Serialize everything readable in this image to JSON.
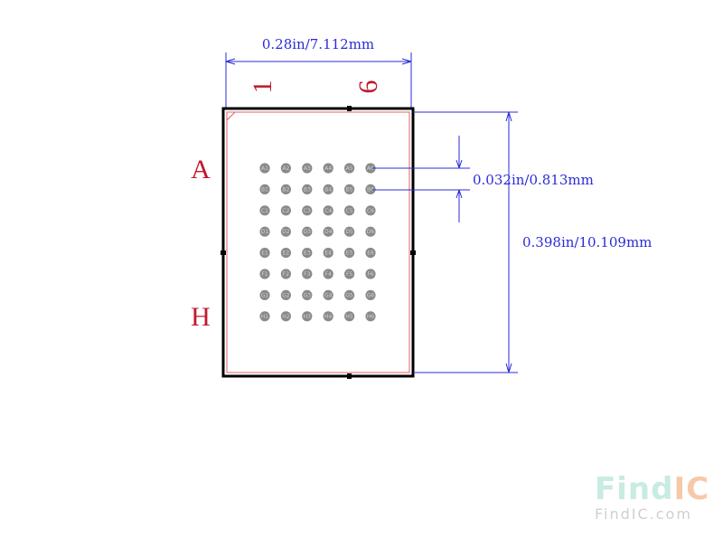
{
  "dimensions": {
    "width": "0.28in/7.112mm",
    "pitch": "0.032in/0.813mm",
    "height": "0.398in/10.109mm"
  },
  "labels": {
    "col_first": "1",
    "col_last": "6",
    "row_first": "A",
    "row_last": "H"
  },
  "rows": [
    "A",
    "B",
    "C",
    "D",
    "E",
    "F",
    "G",
    "H"
  ],
  "cols": [
    "1",
    "2",
    "3",
    "4",
    "5",
    "6"
  ],
  "watermark": {
    "find": "Find",
    "ic": "IC",
    "url": "FindIC.com"
  },
  "colors": {
    "dimension": "#2b2bd8",
    "label": "#c0182c",
    "outline": "#000000",
    "inner_outline": "#e06060",
    "ball_fill": "#8a8a8a",
    "ball_text": "#d0d0d0",
    "watermark_find": "#c8ebe2",
    "watermark_ic": "#f6c9a8",
    "watermark_url": "#cfcfcf"
  }
}
